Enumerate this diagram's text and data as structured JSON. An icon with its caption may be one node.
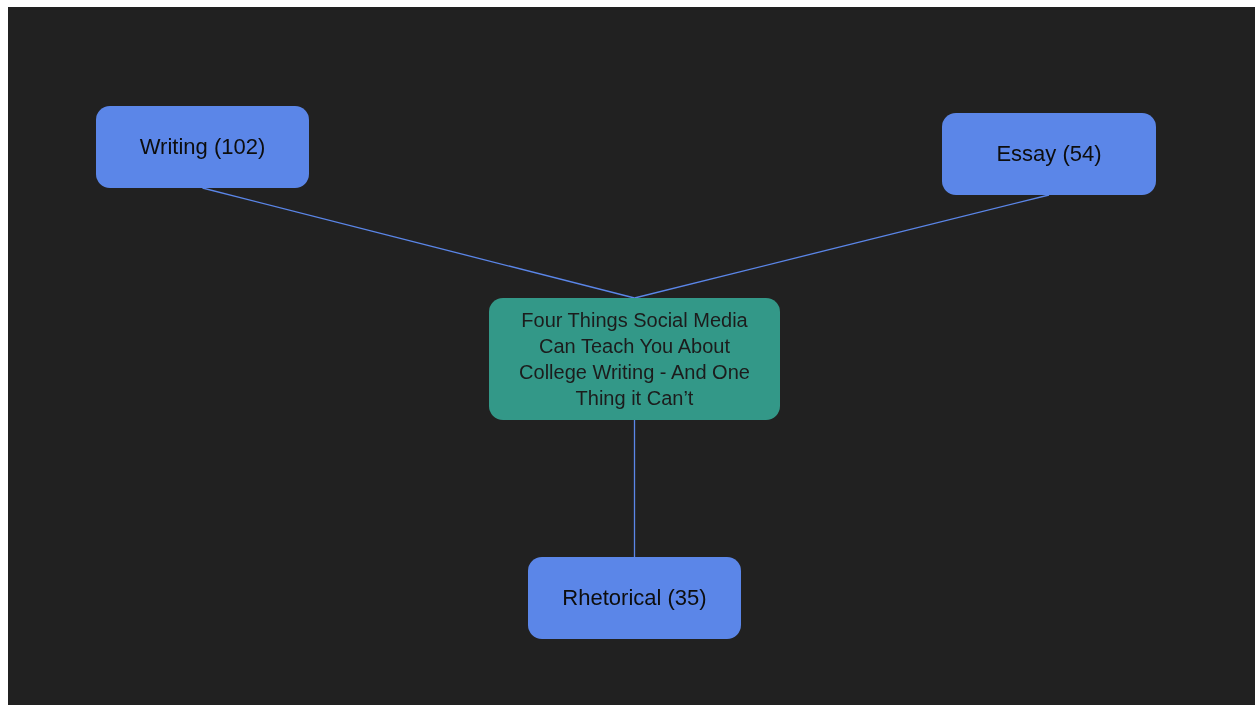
{
  "diagram": {
    "nodes": [
      {
        "text": [
          "Writing (102)"
        ]
      },
      {
        "text": [
          "Essay (54)"
        ]
      },
      {
        "text": [
          "Four Things Social Media Can Teach You About College Writing - And One Thing it Can’t"
        ]
      },
      {
        "text": [
          "Rhetorical (35)"
        ]
      }
    ],
    "edges": [
      {
        "from": 2,
        "to": 0,
        "arrow": "none"
      },
      {
        "from": 2,
        "to": 1,
        "arrow": "none"
      },
      {
        "from": 2,
        "to": 3,
        "arrow": "none"
      }
    ]
  }
}
